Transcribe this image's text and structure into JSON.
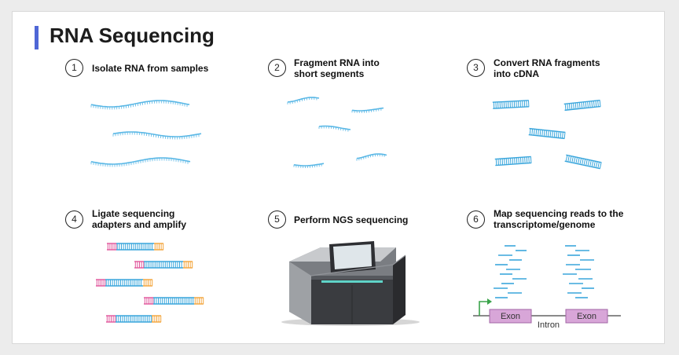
{
  "title": "RNA Sequencing",
  "steps": [
    {
      "number": "1",
      "label": "Isolate RNA from samples"
    },
    {
      "number": "2",
      "label": "Fragment RNA into short segments"
    },
    {
      "number": "3",
      "label": "Convert RNA fragments into cDNA"
    },
    {
      "number": "4",
      "label": "Ligate sequencing adapters and amplify"
    },
    {
      "number": "5",
      "label": "Perform NGS sequencing"
    },
    {
      "number": "6",
      "label": "Map sequencing reads to the transcriptome/genome"
    }
  ],
  "genome": {
    "exon_1": "Exon",
    "intron": "Intron",
    "exon_2": "Exon"
  },
  "colors": {
    "title_accent": "#4f67d6",
    "rna": "#5bb8e6",
    "cdna": "#3aa6dc",
    "adapter_pink": "#e0559b",
    "adapter_orange": "#f3a43a",
    "read": "#3aa6dc",
    "exon_fill": "#d8a6d8",
    "exon_stroke": "#a265a6",
    "tss_arrow": "#3aa34a"
  }
}
